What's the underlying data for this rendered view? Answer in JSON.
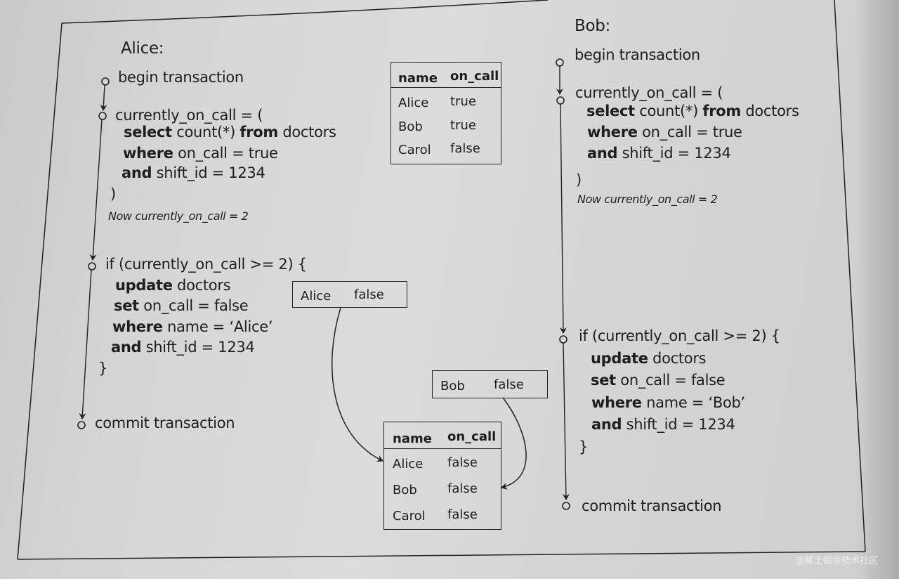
{
  "diagram": {
    "alice": {
      "title": "Alice:",
      "steps": {
        "begin": "begin transaction",
        "assign": "currently_on_call = (",
        "select_kw": "select",
        "select_rest": " count(*) ",
        "from_kw": "from",
        "from_rest": " doctors",
        "where_kw": "where",
        "where_rest": " on_call = true",
        "and_kw": "and",
        "and_rest": " shift_id = 1234",
        "close_paren": ")",
        "note": "Now currently_on_call = 2",
        "if_line": "if (currently_on_call >= 2) {",
        "update_kw": "update",
        "update_rest": " doctors",
        "set_kw": "set",
        "set_rest": " on_call = false",
        "where2_kw": "where",
        "where2_rest": " name = ‘Alice’",
        "and2_kw": "and",
        "and2_rest": " shift_id = 1234",
        "close_brace": "}",
        "commit": "commit transaction"
      }
    },
    "bob": {
      "title": "Bob:",
      "steps": {
        "begin": "begin transaction",
        "assign": "currently_on_call = (",
        "select_kw": "select",
        "select_rest": " count(*) ",
        "from_kw": "from",
        "from_rest": " doctors",
        "where_kw": "where",
        "where_rest": " on_call = true",
        "and_kw": "and",
        "and_rest": " shift_id = 1234",
        "close_paren": ")",
        "note": "Now currently_on_call = 2",
        "if_line": "if (currently_on_call >= 2) {",
        "update_kw": "update",
        "update_rest": " doctors",
        "set_kw": "set",
        "set_rest": " on_call = false",
        "where2_kw": "where",
        "where2_rest": " name = ‘Bob’",
        "and2_kw": "and",
        "and2_rest": " shift_id = 1234",
        "close_brace": "}",
        "commit": "commit transaction"
      }
    },
    "table_before": {
      "headers": [
        "name",
        "on_call"
      ],
      "rows": [
        [
          "Alice",
          "true"
        ],
        [
          "Bob",
          "true"
        ],
        [
          "Carol",
          "false"
        ]
      ]
    },
    "write_alice": [
      "Alice",
      "false"
    ],
    "write_bob": [
      "Bob",
      "false"
    ],
    "table_after": {
      "headers": [
        "name",
        "on_call"
      ],
      "rows": [
        [
          "Alice",
          "false"
        ],
        [
          "Bob",
          "false"
        ],
        [
          "Carol",
          "false"
        ]
      ]
    },
    "watermark": "@稀土掘金技术社区"
  }
}
